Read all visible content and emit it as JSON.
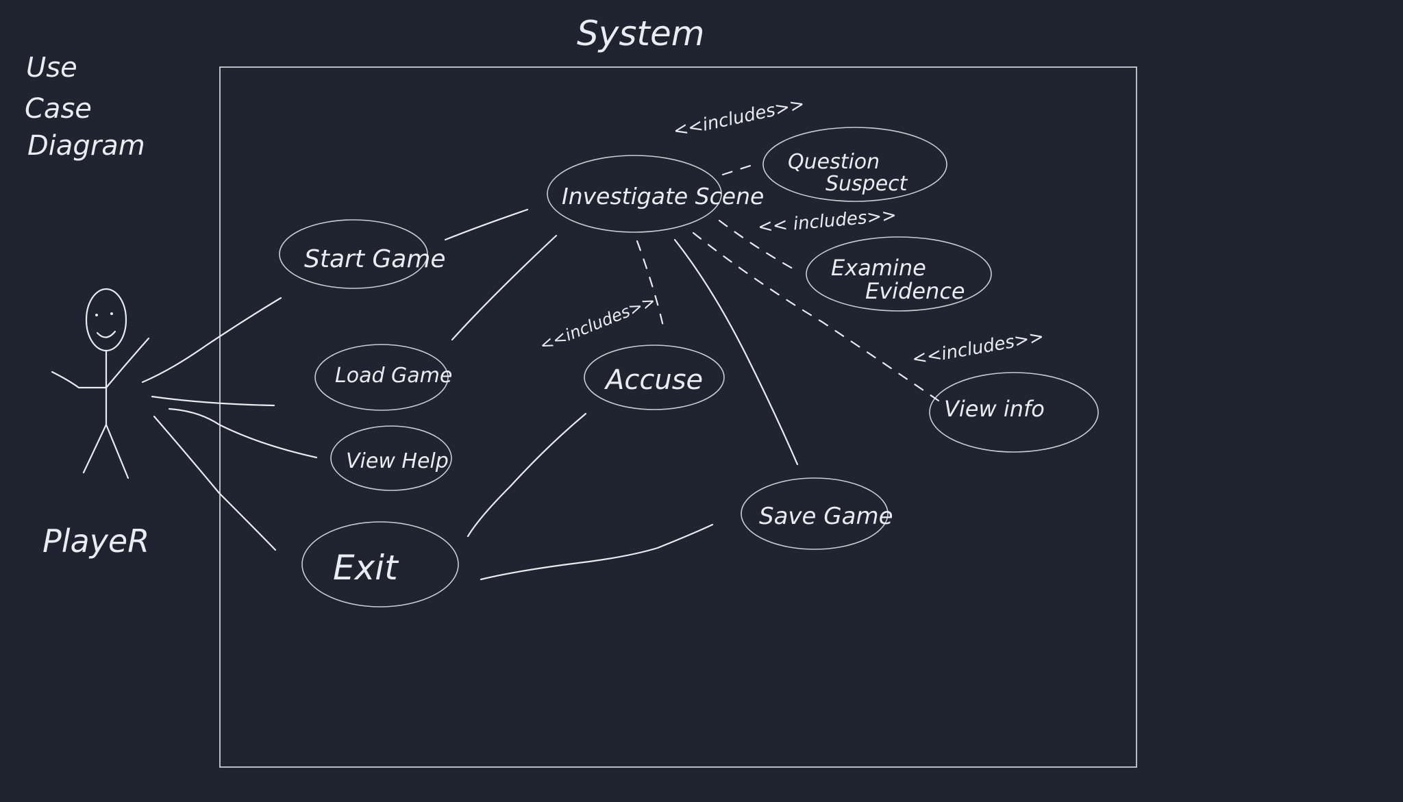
{
  "canvas": {
    "background": "#1f2430",
    "ink": "#e9edf2"
  },
  "page": {
    "title_lines": [
      "Use",
      "Case",
      "Diagram"
    ]
  },
  "system_label": "System",
  "actor": {
    "label": "PlayeR"
  },
  "use_cases": {
    "start_game": "Start Game",
    "load_game": "Load Game",
    "view_help": "View Help",
    "exit": "Exit",
    "investigate_scene": "Investigate Scene",
    "question_suspect": [
      "Question",
      "Suspect"
    ],
    "examine_evidence": [
      "Examine",
      "Evidence"
    ],
    "view_info": "View info",
    "accuse": "Accuse",
    "save_game": "Save Game"
  },
  "relations": {
    "include_question": "<<includes>>",
    "include_examine": "<< includes>>",
    "include_accuse": "<<includes>>",
    "include_view_info": "<<includes>>"
  }
}
